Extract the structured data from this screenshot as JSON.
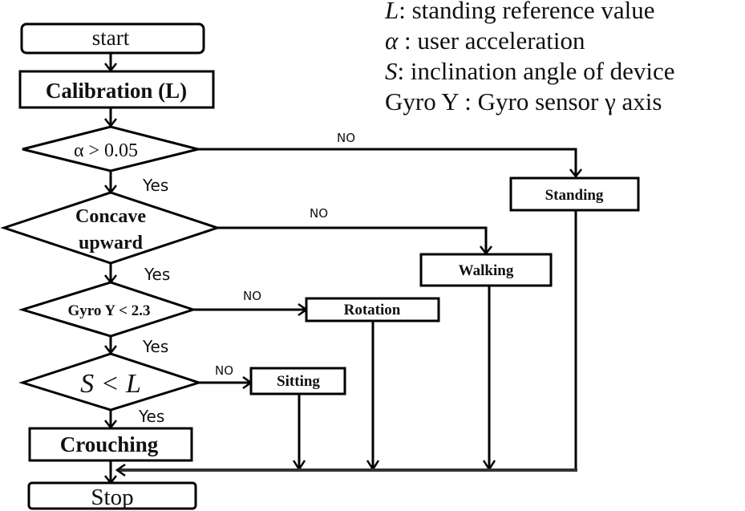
{
  "legend": [
    {
      "symbol": "L",
      "description": ": standing reference value"
    },
    {
      "symbol": "α",
      "description": " : user acceleration"
    },
    {
      "symbol": "S",
      "description": ": inclination angle of device"
    },
    {
      "symbol": "Gyro Y",
      "description": " : Gyro sensor γ axis"
    }
  ],
  "nodes": {
    "start": "start",
    "calibration": "Calibration (L)",
    "decision_accel": "α > 0.05",
    "decision_concave_1": "Concave",
    "decision_concave_2": "upward",
    "decision_gyro": "Gyro Y < 2.3",
    "decision_incline": "S < L",
    "standing": "Standing",
    "walking": "Walking",
    "rotation": "Rotation",
    "sitting": "Sitting",
    "crouching": "Crouching",
    "stop": "Stop"
  },
  "edges": {
    "yes": "Yes",
    "no": "NO"
  }
}
